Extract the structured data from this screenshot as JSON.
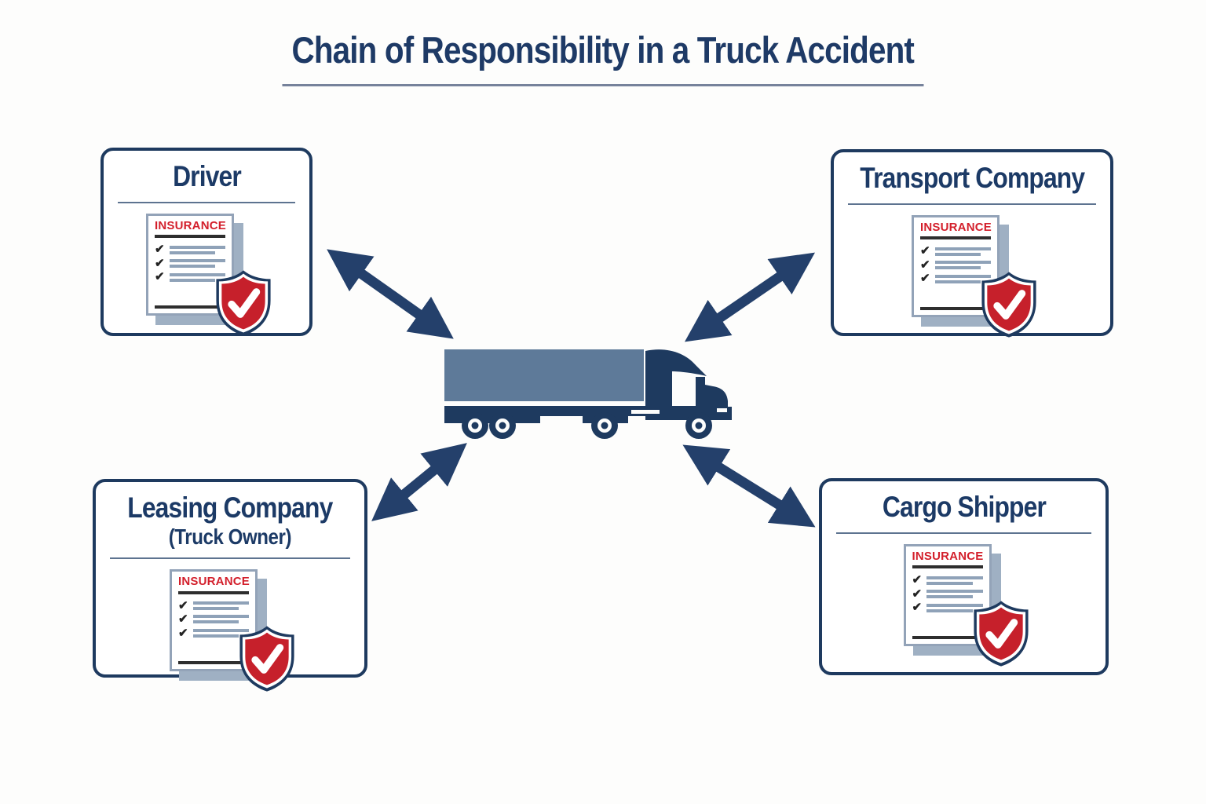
{
  "title": "Chain of Responsibility in a Truck Accident",
  "colors": {
    "navy": "#1e3a5f",
    "title_navy": "#1e3a66",
    "red": "#c6202b",
    "insurance_red": "#d31f2b",
    "trailer_slate": "#5e7a99",
    "paper_gray": "#93a3b8"
  },
  "icons": {
    "center": "truck-icon",
    "badge": "shield-check-icon",
    "document": "insurance-document-icon",
    "connector": "double-headed-arrow",
    "check_glyph": "✔"
  },
  "entities": [
    {
      "id": "driver",
      "label": "Driver",
      "document_label": "INSURANCE"
    },
    {
      "id": "transport-company",
      "label": "Transport Company",
      "document_label": "INSURANCE"
    },
    {
      "id": "leasing-company",
      "label": "Leasing Company",
      "sublabel": "(Truck Owner)",
      "document_label": "INSURANCE"
    },
    {
      "id": "cargo-shipper",
      "label": "Cargo Shipper",
      "document_label": "INSURANCE"
    }
  ],
  "center": {
    "id": "truck",
    "icon": "truck-icon"
  },
  "connections": [
    {
      "from": "truck",
      "to": "driver",
      "style": "double-headed-arrow"
    },
    {
      "from": "truck",
      "to": "transport-company",
      "style": "double-headed-arrow"
    },
    {
      "from": "truck",
      "to": "leasing-company",
      "style": "double-headed-arrow"
    },
    {
      "from": "truck",
      "to": "cargo-shipper",
      "style": "double-headed-arrow"
    }
  ]
}
